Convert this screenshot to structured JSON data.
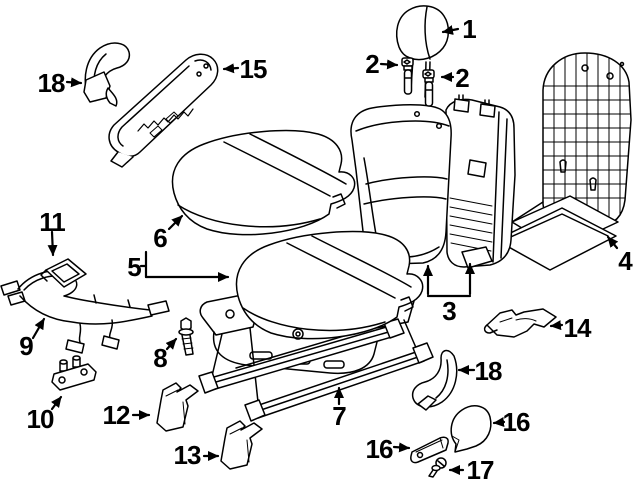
{
  "diagram": {
    "background_color": "#ffffff",
    "line_color": "#000000",
    "label_color": "#000000",
    "callouts": [
      {
        "part": "headrest",
        "label": "1"
      },
      {
        "part": "headrest-guide-left",
        "label": "2"
      },
      {
        "part": "headrest-guide-right",
        "label": "2"
      },
      {
        "part": "seat-back-assembly",
        "label": "3"
      },
      {
        "part": "seat-back-board",
        "label": "4"
      },
      {
        "part": "seat-cushion-assembly",
        "label": "5"
      },
      {
        "part": "seat-cushion-cover",
        "label": "6"
      },
      {
        "part": "seat-track-assembly",
        "label": "7"
      },
      {
        "part": "mounting-bolt",
        "label": "8"
      },
      {
        "part": "wiring-harness",
        "label": "9"
      },
      {
        "part": "sensor-bracket",
        "label": "10"
      },
      {
        "part": "control-module",
        "label": "11"
      },
      {
        "part": "track-end-cover-left",
        "label": "12"
      },
      {
        "part": "track-end-cover-right",
        "label": "13"
      },
      {
        "part": "rear-inner-trim",
        "label": "14"
      },
      {
        "part": "side-shield",
        "label": "15"
      },
      {
        "part": "recliner-cover-outer",
        "label": "16"
      },
      {
        "part": "recliner-cover-inner",
        "label": "16"
      },
      {
        "part": "trim-screw",
        "label": "17"
      },
      {
        "part": "side-trim-hook-left",
        "label": "18"
      },
      {
        "part": "side-trim-hook-right",
        "label": "18"
      }
    ]
  }
}
